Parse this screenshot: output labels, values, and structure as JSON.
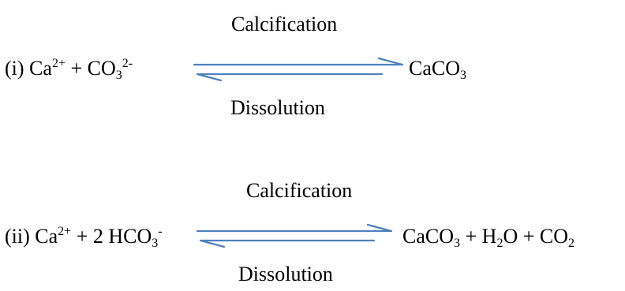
{
  "reactions": [
    {
      "number": "(i)",
      "forward_label": "Calcification",
      "reverse_label": "Dissolution",
      "lhs": [
        {
          "t": "Ca"
        },
        {
          "sup": "2+"
        },
        {
          "t": " + CO"
        },
        {
          "sub": "3"
        },
        {
          "sup": "2-"
        }
      ],
      "rhs": [
        {
          "t": "CaCO"
        },
        {
          "sub": "3"
        }
      ]
    },
    {
      "number": "(ii)",
      "forward_label": "Calcification",
      "reverse_label": "Dissolution",
      "lhs": [
        {
          "t": "Ca"
        },
        {
          "sup": "2+"
        },
        {
          "t": " + 2 HCO"
        },
        {
          "sub": "3"
        },
        {
          "sup": "-"
        }
      ],
      "rhs": [
        {
          "t": "CaCO"
        },
        {
          "sub": "3"
        },
        {
          "t": " + H"
        },
        {
          "sub": "2"
        },
        {
          "t": "O + CO"
        },
        {
          "sub": "2"
        }
      ]
    }
  ],
  "colors": {
    "text": "#000000",
    "arrow": "#4F81BD"
  }
}
